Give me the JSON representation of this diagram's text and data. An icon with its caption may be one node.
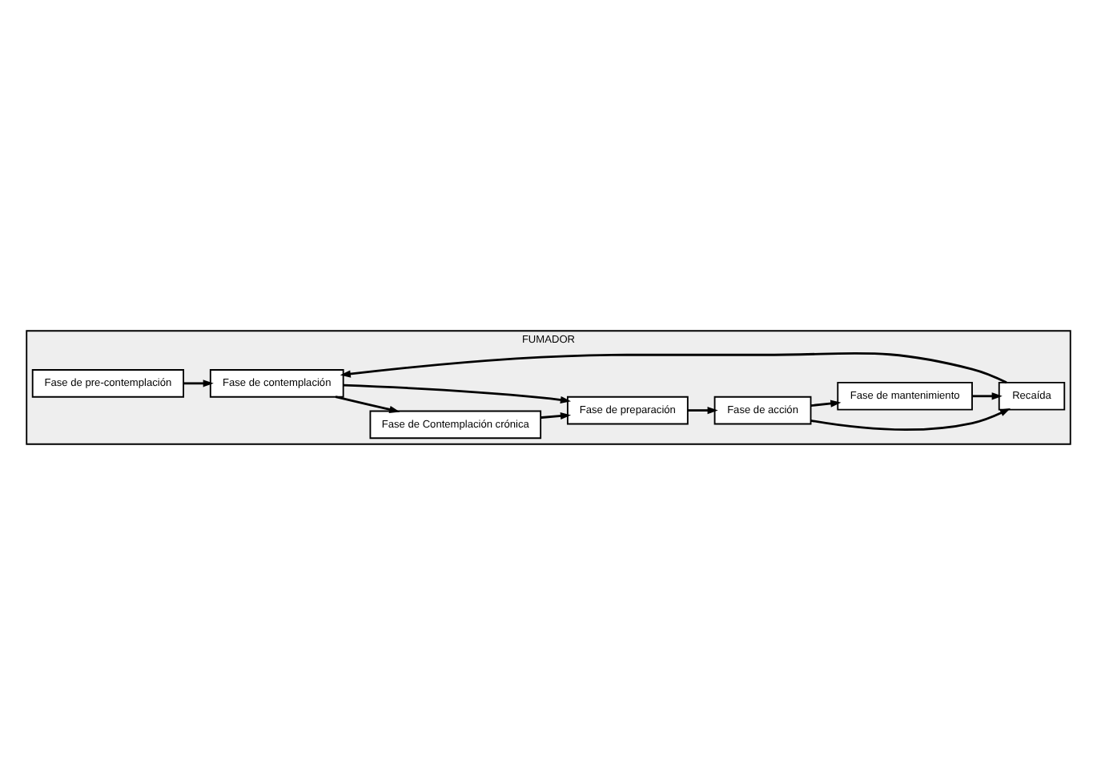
{
  "diagram": {
    "nodes": [
      {
        "text": [
          "FUMADOR"
        ]
      },
      {
        "text": [
          "Fase de pre-contemplación"
        ],
        "in": 0
      },
      {
        "text": [
          "Fase de contemplación"
        ],
        "in": 0
      },
      {
        "text": [
          "Fase de Contemplación crónica"
        ],
        "in": 0
      },
      {
        "text": [
          "Fase de preparación"
        ],
        "in": 0
      },
      {
        "text": [
          "Recaída"
        ],
        "in": 0
      },
      {
        "text": [
          "Fase de mantenimiento"
        ],
        "in": 0
      },
      {
        "text": [
          "Fase de acción"
        ],
        "in": 0
      }
    ],
    "edges": [
      {
        "from": 1,
        "to": 2,
        "arrow": "to"
      },
      {
        "from": 2,
        "to": 3,
        "arrow": "to"
      },
      {
        "from": 2,
        "to": 4,
        "arrow": "to"
      },
      {
        "from": 3,
        "to": 4,
        "arrow": "to"
      },
      {
        "from": 4,
        "to": 7,
        "arrow": "to"
      },
      {
        "from": 7,
        "to": 6,
        "arrow": "to"
      },
      {
        "from": 6,
        "to": 5,
        "arrow": "to"
      },
      {
        "from": 7,
        "to": 5,
        "arrow": "to"
      },
      {
        "from": 5,
        "to": 2,
        "arrow": "to"
      }
    ]
  }
}
